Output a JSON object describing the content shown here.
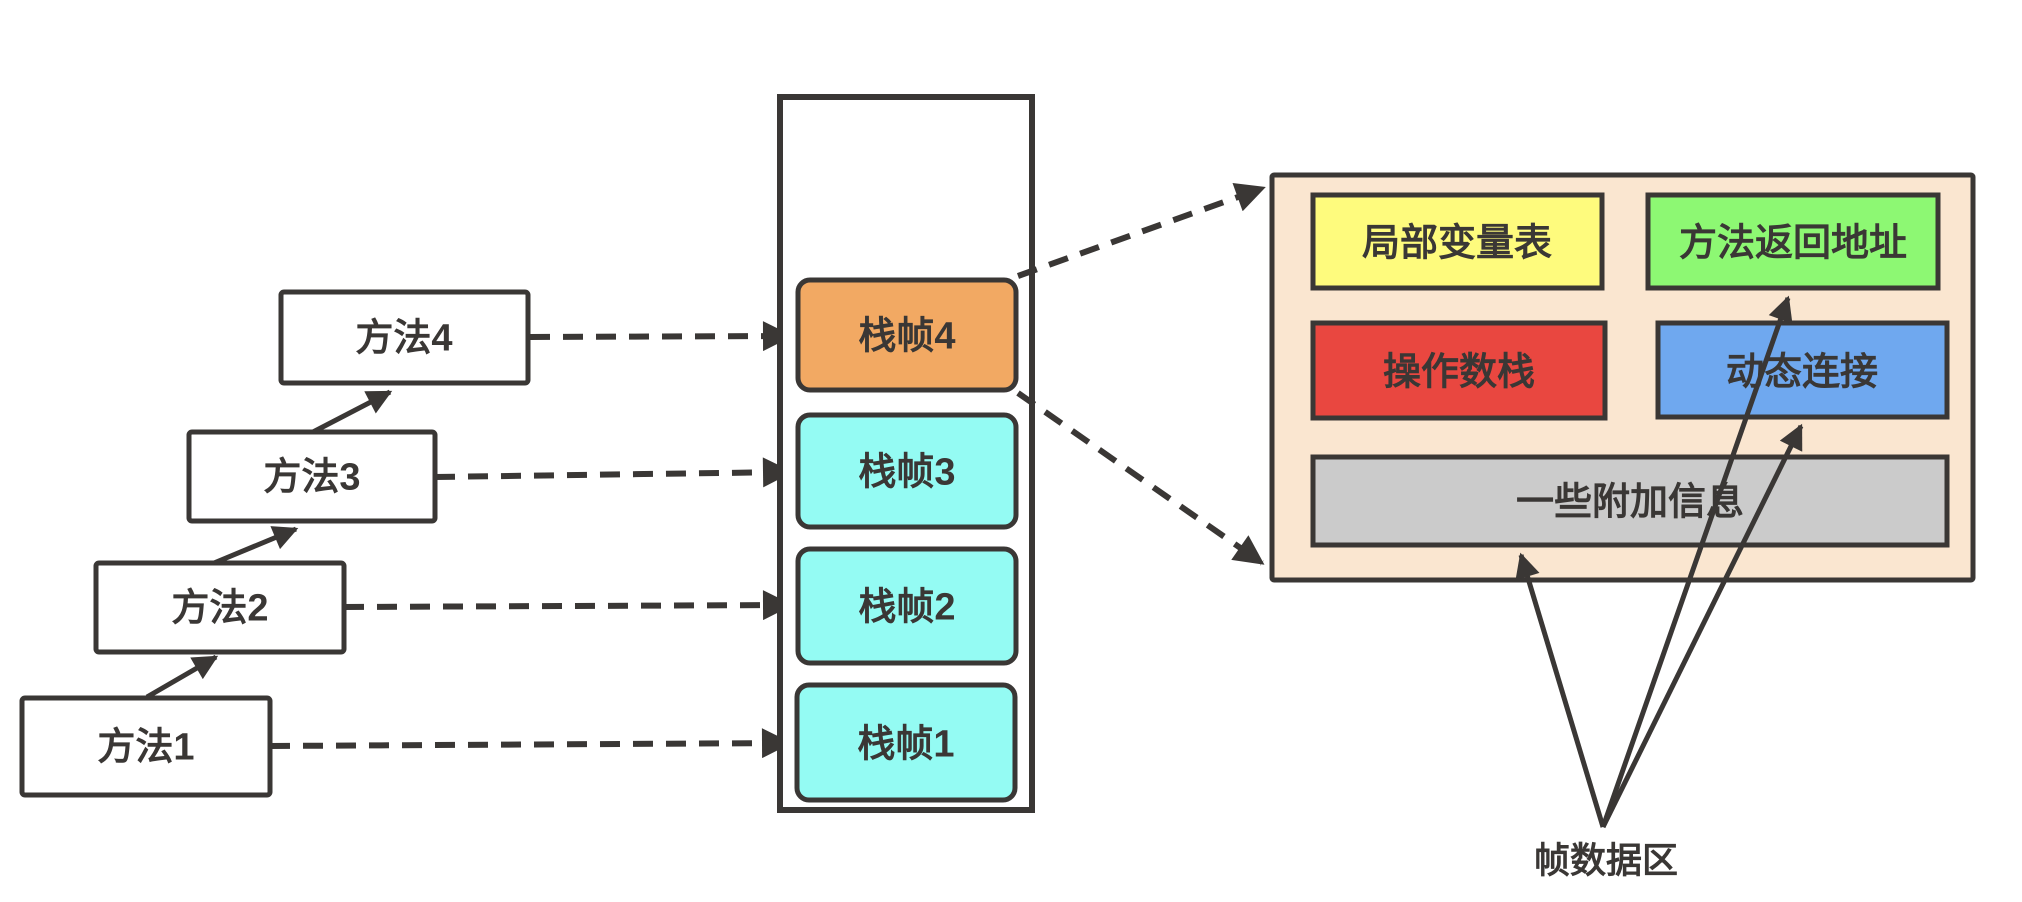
{
  "colors": {
    "canvas": "#ffffff",
    "stroke": "#3a3735",
    "text": "#3a3735",
    "method_box": "#ffffff",
    "stack_container": "#ffffff",
    "stack_frame_top": "#f2a963",
    "stack_frame": "#94fbf3",
    "panel": "#fae6d0",
    "cell_local_vars": "#fefb7d",
    "cell_return_addr": "#8df873",
    "cell_operand_stack": "#e94740",
    "cell_dynamic_link": "#6fa8ef",
    "cell_extra_info": "#cbcbcb"
  },
  "methods": [
    {
      "label": "方法1"
    },
    {
      "label": "方法2"
    },
    {
      "label": "方法3"
    },
    {
      "label": "方法4"
    }
  ],
  "stack_frames": [
    {
      "label": "栈帧1"
    },
    {
      "label": "栈帧2"
    },
    {
      "label": "栈帧3"
    },
    {
      "label": "栈帧4"
    }
  ],
  "frame_detail": {
    "local_vars": "局部变量表",
    "return_addr": "方法返回地址",
    "operand_stack": "操作数栈",
    "dynamic_link": "动态连接",
    "extra_info": "一些附加信息"
  },
  "annotation": "帧数据区"
}
